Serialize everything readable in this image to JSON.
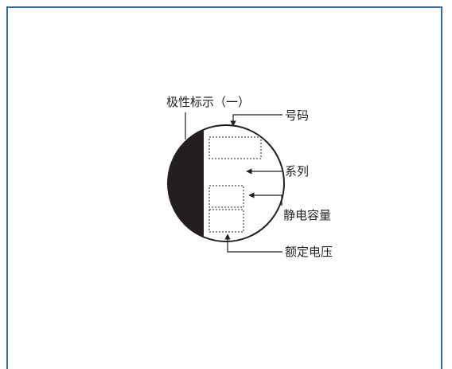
{
  "labels": {
    "polarity": "极性标示（一）",
    "number": "号码",
    "series": "系列",
    "capacitance": "静电容量",
    "rated_voltage": "额定电压"
  },
  "colors": {
    "frame_border": "#3a6d9c",
    "line": "#231f20",
    "polarity_fill": "#231f20",
    "background": "#ffffff"
  }
}
